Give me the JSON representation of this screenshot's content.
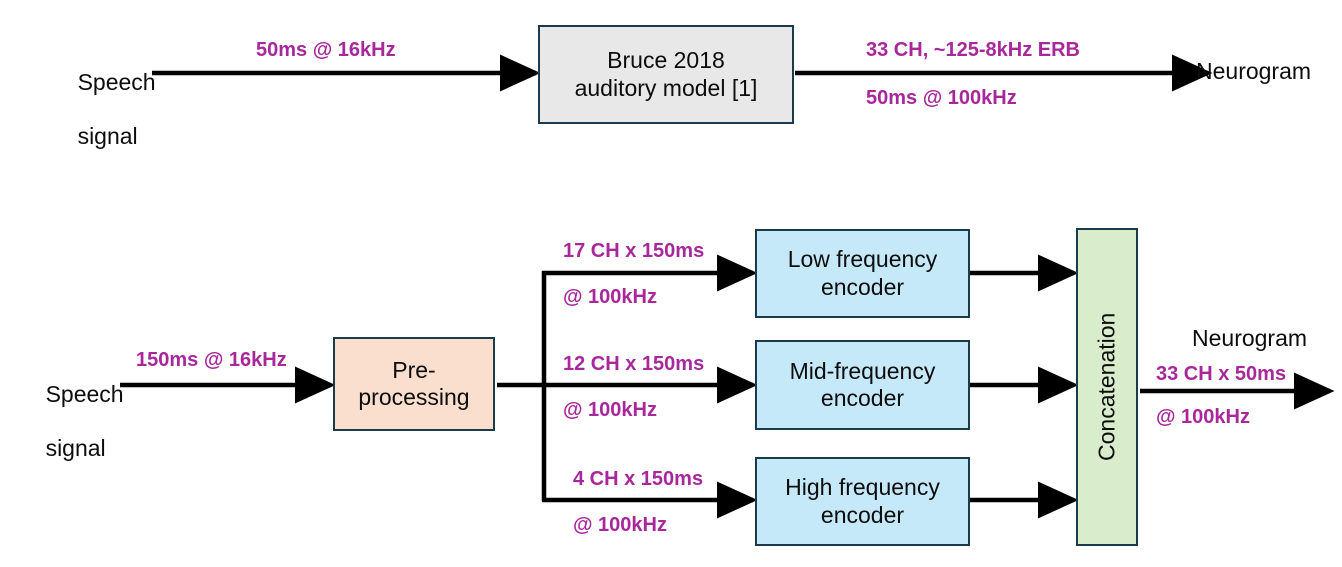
{
  "colors": {
    "accent_magenta": "#a8289c",
    "border": "#1b3a4b",
    "block_grey": "#e8e8e8",
    "block_peach": "#fbdfce",
    "block_blue": "#c6e9fa",
    "block_green": "#d9eccb",
    "text": "#0d0d0d",
    "background": "#ffffff"
  },
  "top_pipeline": {
    "input_label_line1": "Speech",
    "input_label_line2": "signal",
    "input_edge_label": "50ms @ 16kHz",
    "block_line1": "Bruce 2018",
    "block_line2": "auditory model [1]",
    "output_edge_label_line1": "33 CH, ~125-8kHz ERB",
    "output_edge_label_line2": "50ms @ 100kHz",
    "output_label": "Neurogram"
  },
  "bottom_pipeline": {
    "input_label_line1": "Speech",
    "input_label_line2": "signal",
    "input_edge_label": "150ms @ 16kHz",
    "preprocessing_line1": "Pre-",
    "preprocessing_line2": "processing",
    "branches": [
      {
        "edge_label_line1": "17 CH x 150ms",
        "edge_label_line2": "@ 100kHz",
        "block_line1": "Low frequency",
        "block_line2": "encoder"
      },
      {
        "edge_label_line1": "12 CH x 150ms",
        "edge_label_line2": "@ 100kHz",
        "block_line1": "Mid-frequency",
        "block_line2": "encoder"
      },
      {
        "edge_label_line1": "4 CH x 150ms",
        "edge_label_line2": "@ 100kHz",
        "block_line1": "High frequency",
        "block_line2": "encoder"
      }
    ],
    "concatenation_label": "Concatenation",
    "output_label": "Neurogram",
    "output_edge_label_line1": "33 CH x 50ms",
    "output_edge_label_line2": "@ 100kHz"
  }
}
